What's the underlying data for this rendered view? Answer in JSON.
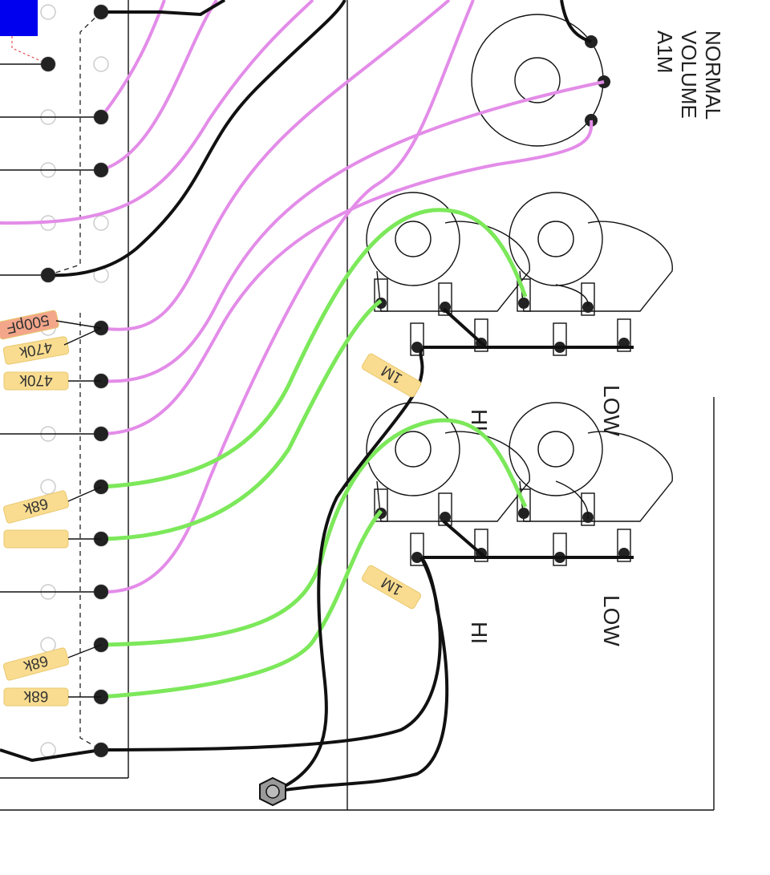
{
  "pot": {
    "label_lines": [
      "NORMAL",
      "VOLUME",
      "A1M"
    ]
  },
  "resistors": [
    {
      "value": "500pF",
      "color": "#f4a68a"
    },
    {
      "value": "470k",
      "color": "#f9dc8f"
    },
    {
      "value": "470k",
      "color": "#f9dc8f"
    },
    {
      "value": "68k",
      "color": "#f9dc8f"
    },
    {
      "value": "",
      "color": "#f9dc8f"
    },
    {
      "value": "68k",
      "color": "#f9dc8f"
    },
    {
      "value": "68k",
      "color": "#f9dc8f"
    },
    {
      "value": "1M",
      "color": "#f9dc8f"
    },
    {
      "value": "1M",
      "color": "#f9dc8f"
    }
  ],
  "jack_labels": {
    "top_hi": "HI",
    "top_low": "LOW",
    "bottom_hi": "HI",
    "bottom_low": "LOW"
  },
  "colors": {
    "wire_pink": "#e38ce8",
    "wire_green": "#7ce85a",
    "wire_black": "#111111",
    "blue_block": "#0000ee"
  }
}
